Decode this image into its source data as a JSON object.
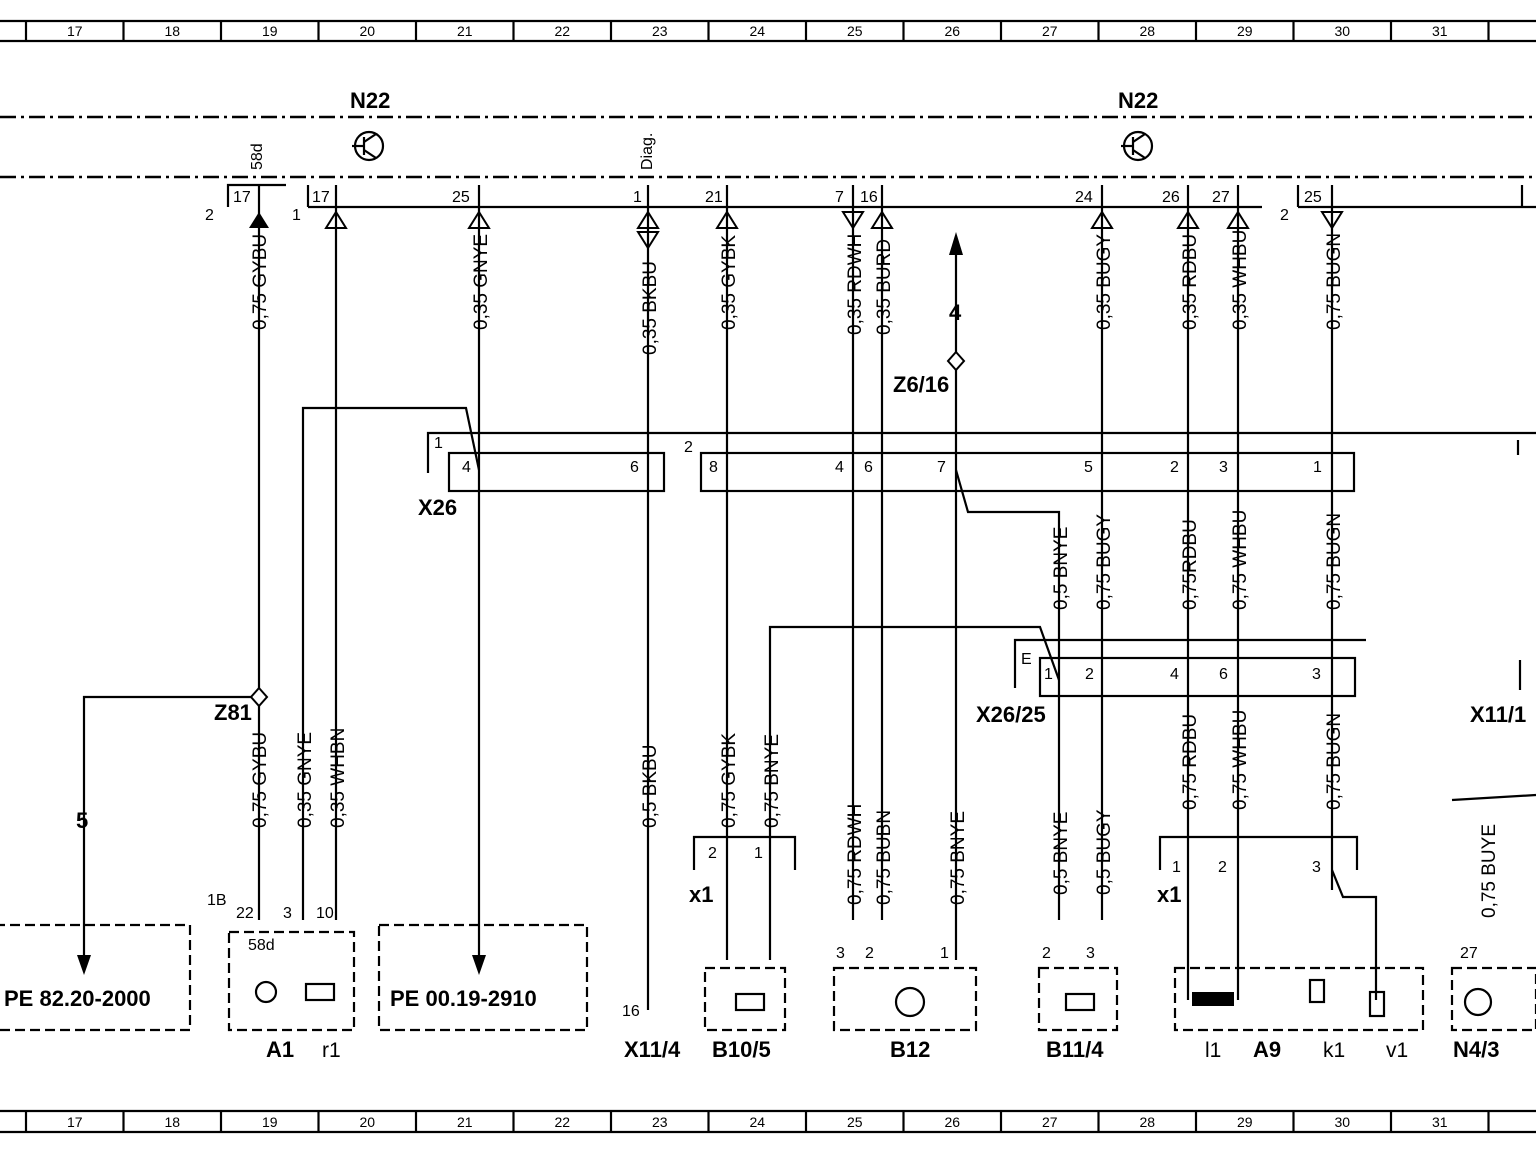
{
  "grid_columns": [
    "17",
    "18",
    "19",
    "20",
    "21",
    "22",
    "23",
    "24",
    "25",
    "26",
    "27",
    "28",
    "29",
    "30",
    "31"
  ],
  "modules": {
    "top_left": "N22",
    "top_right": "N22"
  },
  "pins_top": [
    "2",
    "17",
    "58d",
    "1",
    "17",
    "25",
    "1",
    "Diag.",
    "21",
    "7",
    "16",
    "24",
    "26",
    "27",
    "2",
    "25"
  ],
  "wires_top": [
    "0,75 GYBU",
    "0,35 GNYE",
    "0,35 BKBU",
    "0,35 GYBK",
    "0,35 RDWH",
    "0,35 BURD",
    "0,35 BUGY",
    "0,35 RDBU",
    "0,35 WHBU",
    "0,75 BUGN"
  ],
  "wires_mid": [
    "0,5 BNYE",
    "0,75 BUGY",
    "0,75RDBU",
    "0,75 WHBU",
    "0,75 BUGN"
  ],
  "wires_bottom": [
    "0,75 GYBU",
    "0,35 GNYE",
    "0,35 WHBN",
    "0,5 BKBU",
    "0,75 GYBK",
    "0,75 BNYE",
    "0,75 RDWH",
    "0,75 BUBN",
    "0,75 BNYE",
    "0,5 BNYE",
    "0,5 BUGY",
    "0,75 RDBU",
    "0,75 WHBU",
    "0,75 BUGN",
    "0,75 BUYE"
  ],
  "connector_labels": {
    "x26": "X26",
    "x26_25": "X26/25",
    "x11_1": "X11/1",
    "z6_16": "Z6/16",
    "z81": "Z81",
    "arrow_4": "4",
    "arrow_5": "5",
    "x1_a": "x1",
    "x1_b": "x1",
    "e": "E"
  },
  "x26_pins": [
    "1",
    "4",
    "6",
    "2",
    "8",
    "4",
    "6",
    "7",
    "5",
    "2",
    "3",
    "1"
  ],
  "x26_25_pins": [
    "1",
    "2",
    "4",
    "6",
    "3"
  ],
  "components": [
    "A1",
    "r1",
    "X11/4",
    "B10/5",
    "B12",
    "B11/4",
    "l1",
    "A9",
    "k1",
    "v1",
    "N4/3"
  ],
  "component_pins": [
    "1B",
    "22",
    "3",
    "10",
    "58d",
    "16",
    "2",
    "1",
    "3",
    "2",
    "1",
    "2",
    "3",
    "1",
    "2",
    "3",
    "27"
  ],
  "refs": [
    "PE  82.20-2000",
    "PE  00.19-2910"
  ]
}
